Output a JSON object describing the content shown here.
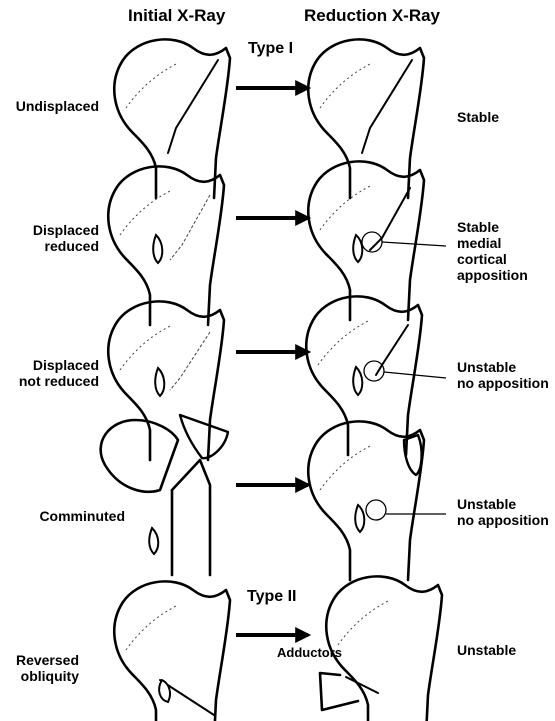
{
  "headers": {
    "initial": "Initial X-Ray",
    "reduction": "Reduction X-Ray"
  },
  "types": {
    "type1": "Type I",
    "type2": "Type II"
  },
  "rows": [
    {
      "label": "Undisplaced",
      "result": "Stable"
    },
    {
      "label": "Displaced\nreduced",
      "result": "Stable\nmedial cortical\napposition"
    },
    {
      "label": "Displaced\nnot reduced",
      "result": "Unstable\nno apposition"
    },
    {
      "label": "Comminuted",
      "result": "Unstable\nno apposition"
    },
    {
      "label": "Reversed\nobliquity",
      "result": "Unstable"
    }
  ],
  "annotations": {
    "adductors": "Adductors"
  },
  "colors": {
    "ink": "#000000",
    "background": "#ffffff"
  }
}
